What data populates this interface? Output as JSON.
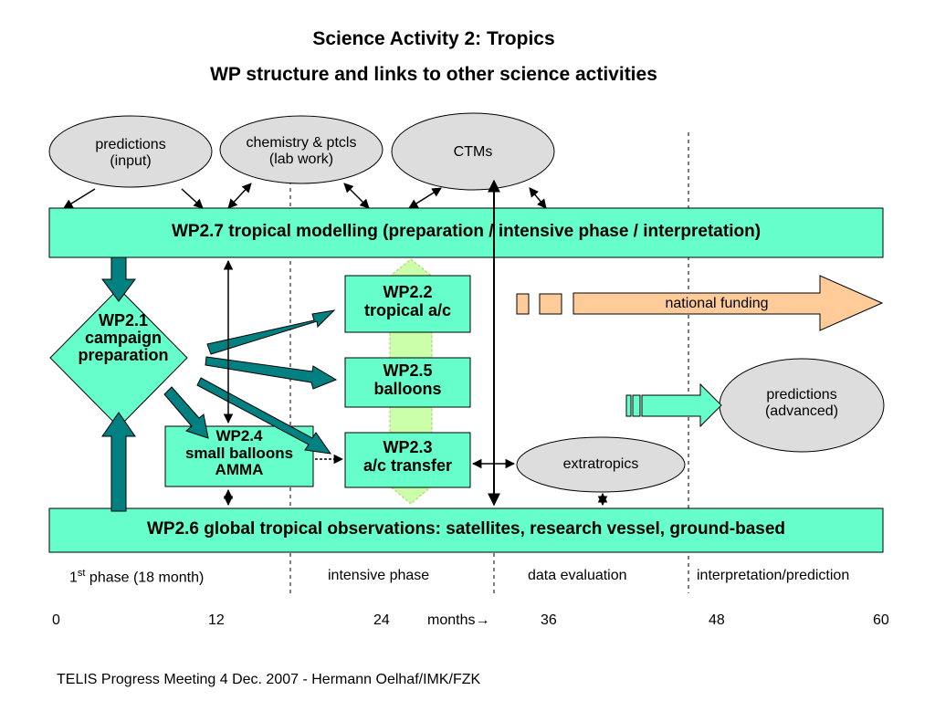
{
  "title": "Science Activity 2: Tropics",
  "subtitle": "WP structure and links to other science activities",
  "ovals": {
    "predictions_input": "predictions\n(input)",
    "chemistry": "chemistry & ptcls\n(lab work)",
    "ctms": "CTMs",
    "predictions_advanced": "predictions\n(advanced)",
    "extratropics": "extratropics"
  },
  "boxes": {
    "wp27": "WP2.7  tropical  modelling  (preparation / intensive phase / interpretation)",
    "wp26": "WP2.6 global tropical observations:  satellites, research vessel, ground-based",
    "wp21": "WP2.1\ncampaign\npreparation",
    "wp22": "WP2.2\ntropical a/c",
    "wp25": "WP2.5\nballoons",
    "wp23": "WP2.3\na/c transfer",
    "wp24": "WP2.4\nsmall balloons\nAMMA"
  },
  "national_funding": "national funding",
  "phases": {
    "p1_prefix": "1",
    "p1_sup": "st",
    "p1_rest": " phase (18 month)",
    "p2": "intensive phase",
    "p3": "data evaluation",
    "p4": "interpretation/prediction"
  },
  "months": [
    "0",
    "12",
    "24",
    "36",
    "48",
    "60"
  ],
  "months_label": "months",
  "months_arrow": "→",
  "footer": "TELIS Progress Meeting 4 Dec. 2007    -  Hermann Oelhaf/IMK/FZK",
  "colors": {
    "box_fill": "#66ffcc",
    "arrow_teal": "#008080",
    "oval_fill": "#dddddd",
    "funding_fill": "#ffcc99",
    "light_green_arrow": "#ccffaa"
  }
}
